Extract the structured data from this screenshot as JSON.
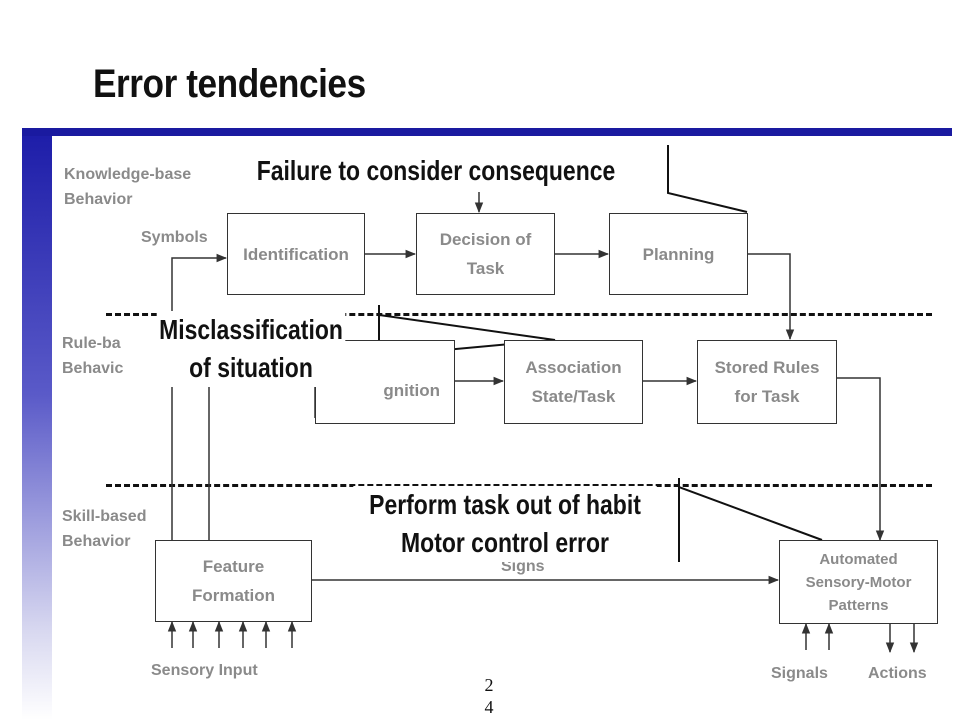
{
  "slide": {
    "title": "Error tendencies",
    "page_number": "2\n4"
  },
  "levels": {
    "knowledge": "Knowledge-base\nBehavior",
    "rule": "Rule-ba\nBehavic",
    "skill": "Skill-based\nBehavior"
  },
  "labels": {
    "symbols": "Symbols",
    "signs": "Signs",
    "sensory_input": "Sensory Input",
    "signals": "Signals",
    "actions": "Actions"
  },
  "boxes": {
    "identification": "Identification",
    "decision": "Decision of\nTask",
    "planning": "Planning",
    "recognition": "gnition",
    "association": "Association\nState/Task",
    "stored_rules": "Stored Rules\nfor Task",
    "feature": "Feature\nFormation",
    "automated": "Automated\nSensory-Motor\nPatterns"
  },
  "errors": {
    "consequence": "Failure to consider consequence",
    "misclassification": "Misclassification\nof situation",
    "habit": "Perform task out of habit\nMotor control error"
  }
}
